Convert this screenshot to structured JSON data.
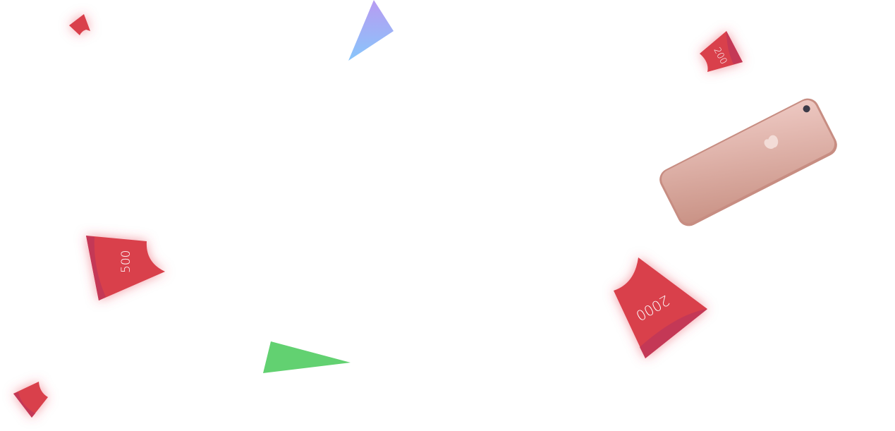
{
  "envelopes": [
    {
      "label": "200"
    },
    {
      "label": "500"
    },
    {
      "label": "2000"
    }
  ],
  "colors": {
    "envelope": "#d9404c",
    "envelope_shade": "#c43857",
    "phone": "#d4a49a",
    "triangle_green": "#62d171",
    "triangle_purple": "#b79cf2",
    "triangle_blue": "#8ec4fb"
  }
}
